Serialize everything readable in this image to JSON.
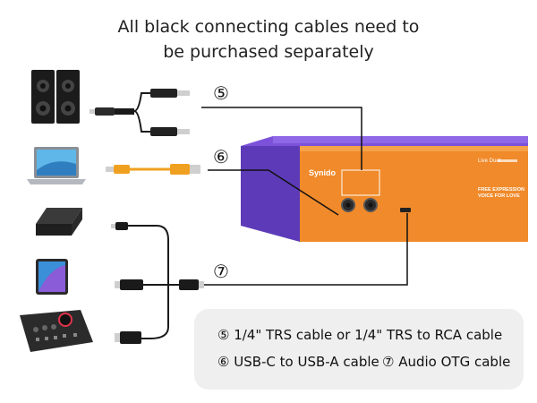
{
  "header": {
    "line1": "All black connecting cables need to",
    "line2": "be purchased separately"
  },
  "markers": {
    "m5": "⑤",
    "m6": "⑥",
    "m7": "⑦"
  },
  "device": {
    "brand": "Synido",
    "model": "Live Duet",
    "slogan1": "FREE EXPRESSION",
    "slogan2": "VOICE FOR LOVE",
    "colors": {
      "top": "#7b52d9",
      "front": "#f08a2a",
      "side": "#5d3bb8"
    }
  },
  "legend": {
    "item1": "⑤ 1/4\" TRS cable or 1/4\" TRS to RCA cable",
    "item2": "⑥ USB-C to USB-A cable",
    "item3": "⑦ Audio OTG cable"
  },
  "cable_colors": {
    "black": "#1a1a1a",
    "orange": "#f0a020",
    "line": "#111111"
  }
}
